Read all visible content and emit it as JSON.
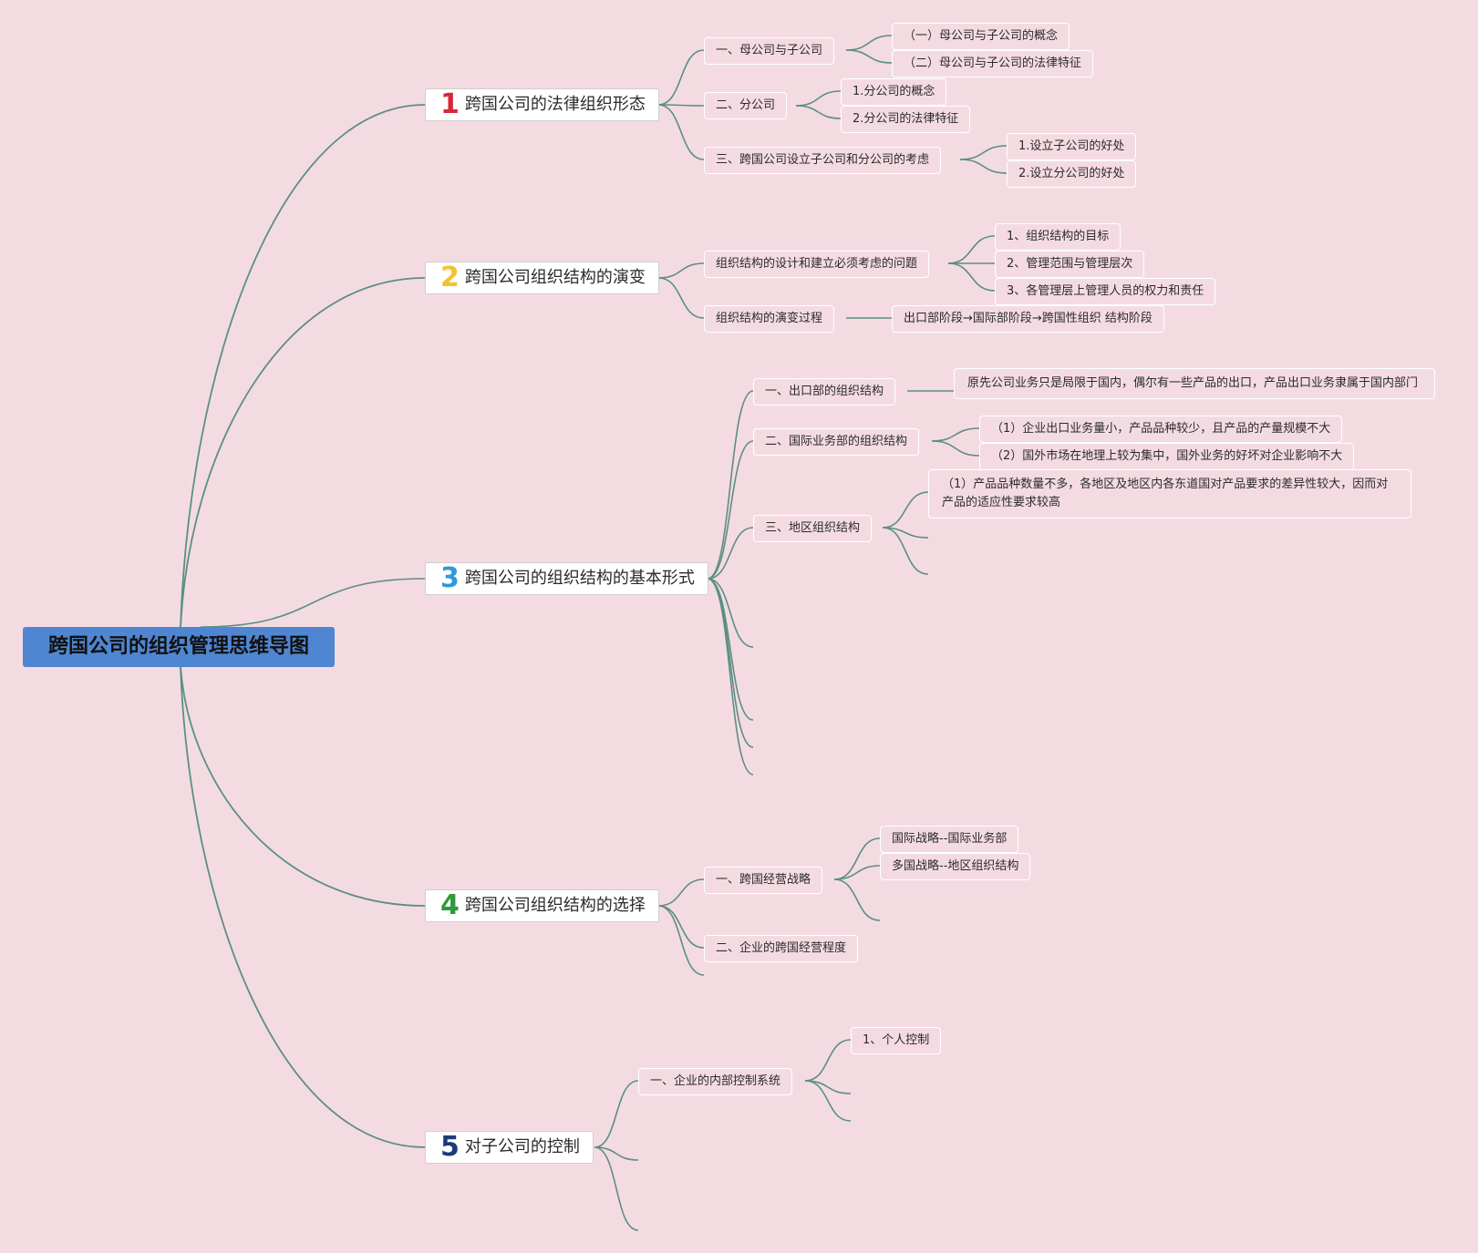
{
  "colors": {
    "background": "#f4dbe2",
    "root": "#4f86d1",
    "link": "#5b8f84",
    "num1": "#d7263d",
    "num2": "#f2c230",
    "num3": "#2e9ad8",
    "num4": "#2e9a3a",
    "num5": "#1f3a7a"
  },
  "root": {
    "label": "跨国公司的组织管理思维导图"
  },
  "branches": [
    {
      "number": "1",
      "label": "跨国公司的法律组织形态",
      "children": [
        {
          "label": "一、母公司与子公司",
          "children": [
            "（一）母公司与子公司的概念",
            "（二）母公司与子公司的法律特征"
          ]
        },
        {
          "label": "二、分公司",
          "children": [
            "1.分公司的概念",
            "2.分公司的法律特征"
          ]
        },
        {
          "label": "三、跨国公司设立子公司和分公司的考虑",
          "children": [
            "1.设立子公司的好处",
            "2.设立分公司的好处"
          ]
        }
      ]
    },
    {
      "number": "2",
      "label": "跨国公司组织结构的演变",
      "children": [
        {
          "label": "组织结构的设计和建立必须考虑的问题",
          "children": [
            "1、组织结构的目标",
            "2、管理范围与管理层次",
            "3、各管理层上管理人员的权力和责任"
          ]
        },
        {
          "label": "组织结构的演变过程",
          "children": [
            "出口部阶段→国际部阶段→跨国性组织 结构阶段"
          ]
        }
      ]
    },
    {
      "number": "3",
      "label": "跨国公司的组织结构的基本形式",
      "children": [
        {
          "label": "一、出口部的组织结构",
          "children": [
            "原先公司业务只是局限于国内，偶尔有一些产品的出口，产品出口业务隶属于国内部门"
          ]
        },
        {
          "label": "二、国际业务部的组织结构",
          "children": [
            "（1）企业出口业务量小，产品品种较少，且产品的产量规模不大",
            "（2）国外市场在地理上较为集中，国外业务的好坏对企业影响不大"
          ]
        },
        {
          "label": "三、地区组织结构",
          "children": [
            "（1）产品品种数量不多，各地区及地区内各东道国对产品要求的差异性较大，因而对产品的适应性要求较高"
          ]
        }
      ]
    },
    {
      "number": "4",
      "label": "跨国公司组织结构的选择",
      "children": [
        {
          "label": "一、跨国经营战略",
          "children": [
            "国际战略--国际业务部",
            "多国战略--地区组织结构"
          ]
        },
        {
          "label": "二、企业的跨国经营程度",
          "children": []
        }
      ]
    },
    {
      "number": "5",
      "label": "对子公司的控制",
      "children": [
        {
          "label": "一、企业的内部控制系统",
          "children": [
            "1、个人控制"
          ]
        }
      ]
    }
  ]
}
